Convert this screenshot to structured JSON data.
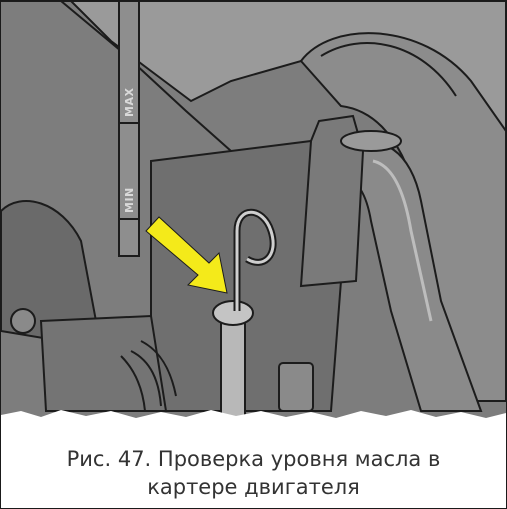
{
  "dipstick_scale": {
    "max_label": "MAX",
    "min_label": "MIN"
  },
  "caption": {
    "line1": "Рис. 47. Проверка уровня масла в",
    "line2": "картере двигателя"
  },
  "colors": {
    "arrow": "#f4ea1a",
    "background": "#7b7b7b",
    "outline": "#1c1c1c"
  }
}
